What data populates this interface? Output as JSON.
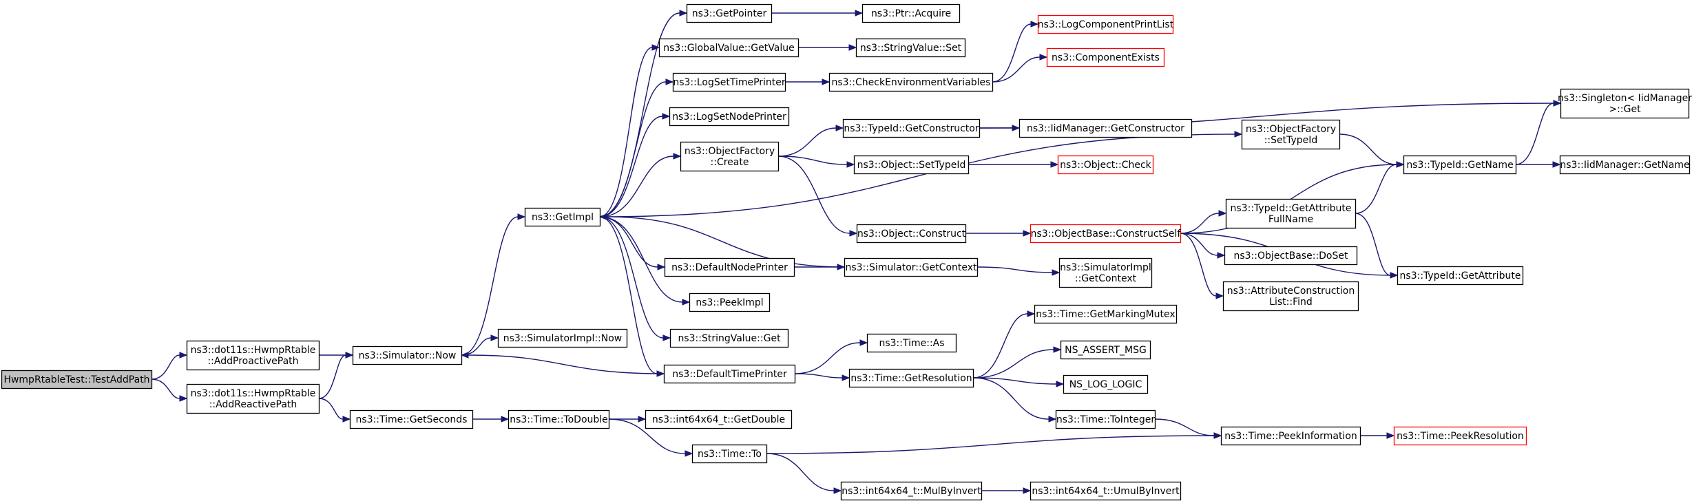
{
  "colors": {
    "edge": "#191970",
    "node_border": "#000000",
    "truncated_border": "#ff0000",
    "root_fill": "#bfbfbf",
    "node_fill": "#ffffff"
  },
  "nodes": [
    {
      "id": "root",
      "lines": [
        "HwmpRtableTest::TestAddPath"
      ],
      "style": "root"
    },
    {
      "id": "addProactive",
      "lines": [
        "ns3::dot11s::HwmpRtable",
        "::AddProactivePath"
      ]
    },
    {
      "id": "addReactive",
      "lines": [
        "ns3::dot11s::HwmpRtable",
        "::AddReactivePath"
      ]
    },
    {
      "id": "simNow",
      "lines": [
        "ns3::Simulator::Now"
      ]
    },
    {
      "id": "getSeconds",
      "lines": [
        "ns3::Time::GetSeconds"
      ]
    },
    {
      "id": "getImpl",
      "lines": [
        "ns3::GetImpl"
      ]
    },
    {
      "id": "simImplNow",
      "lines": [
        "ns3::SimulatorImpl::Now"
      ]
    },
    {
      "id": "toDouble",
      "lines": [
        "ns3::Time::ToDouble"
      ]
    },
    {
      "id": "getPointer",
      "lines": [
        "ns3::GetPointer"
      ]
    },
    {
      "id": "globalGetValue",
      "lines": [
        "ns3::GlobalValue::GetValue"
      ]
    },
    {
      "id": "logSetTime",
      "lines": [
        "ns3::LogSetTimePrinter"
      ]
    },
    {
      "id": "logSetNode",
      "lines": [
        "ns3::LogSetNodePrinter"
      ]
    },
    {
      "id": "objFactoryCreate",
      "lines": [
        "ns3::ObjectFactory",
        "::Create"
      ]
    },
    {
      "id": "defNodePrinter",
      "lines": [
        "ns3::DefaultNodePrinter"
      ]
    },
    {
      "id": "peekImpl",
      "lines": [
        "ns3::PeekImpl"
      ]
    },
    {
      "id": "stringGet",
      "lines": [
        "ns3::StringValue::Get"
      ]
    },
    {
      "id": "defTimePrinter",
      "lines": [
        "ns3::DefaultTimePrinter"
      ]
    },
    {
      "id": "int64GetDouble",
      "lines": [
        "ns3::int64x64_t::GetDouble"
      ]
    },
    {
      "id": "timeTo",
      "lines": [
        "ns3::Time::To"
      ]
    },
    {
      "id": "ptrAcquire",
      "lines": [
        "ns3::Ptr::Acquire"
      ]
    },
    {
      "id": "stringSet",
      "lines": [
        "ns3::StringValue::Set"
      ]
    },
    {
      "id": "checkEnv",
      "lines": [
        "ns3::CheckEnvironmentVariables"
      ]
    },
    {
      "id": "typeIdGetCtor",
      "lines": [
        "ns3::TypeId::GetConstructor"
      ]
    },
    {
      "id": "objSetTypeId",
      "lines": [
        "ns3::Object::SetTypeId"
      ]
    },
    {
      "id": "objConstruct",
      "lines": [
        "ns3::Object::Construct"
      ]
    },
    {
      "id": "simGetContext",
      "lines": [
        "ns3::Simulator::GetContext"
      ]
    },
    {
      "id": "timeAs",
      "lines": [
        "ns3::Time::As"
      ]
    },
    {
      "id": "timeGetRes",
      "lines": [
        "ns3::Time::GetResolution"
      ]
    },
    {
      "id": "mulByInvert",
      "lines": [
        "ns3::int64x64_t::MulByInvert"
      ]
    },
    {
      "id": "logCompPrint",
      "lines": [
        "ns3::LogComponentPrintList"
      ],
      "style": "truncated"
    },
    {
      "id": "compExists",
      "lines": [
        "ns3::ComponentExists"
      ],
      "style": "truncated"
    },
    {
      "id": "iidGetCtor",
      "lines": [
        "ns3::IidManager::GetConstructor"
      ]
    },
    {
      "id": "objCheck",
      "lines": [
        "ns3::Object::Check"
      ],
      "style": "truncated"
    },
    {
      "id": "objBaseConstructSelf",
      "lines": [
        "ns3::ObjectBase::ConstructSelf"
      ],
      "style": "truncated"
    },
    {
      "id": "simImplGetContext",
      "lines": [
        "ns3::SimulatorImpl",
        "::GetContext"
      ]
    },
    {
      "id": "getMarkingMutex",
      "lines": [
        "ns3::Time::GetMarkingMutex"
      ]
    },
    {
      "id": "nsAssertMsg",
      "lines": [
        "NS_ASSERT_MSG"
      ]
    },
    {
      "id": "nsLogLogic",
      "lines": [
        "NS_LOG_LOGIC"
      ]
    },
    {
      "id": "timeToInteger",
      "lines": [
        "ns3::Time::ToInteger"
      ]
    },
    {
      "id": "umulByInvert",
      "lines": [
        "ns3::int64x64_t::UmulByInvert"
      ]
    },
    {
      "id": "objFactorySetTypeId",
      "lines": [
        "ns3::ObjectFactory",
        "::SetTypeId"
      ]
    },
    {
      "id": "typeIdGetAttrFull",
      "lines": [
        "ns3::TypeId::GetAttribute",
        "FullName"
      ]
    },
    {
      "id": "objBaseDoSet",
      "lines": [
        "ns3::ObjectBase::DoSet"
      ]
    },
    {
      "id": "attrConstrFind",
      "lines": [
        "ns3::AttributeConstruction",
        "List::Find"
      ]
    },
    {
      "id": "timePeekInfo",
      "lines": [
        "ns3::Time::PeekInformation"
      ]
    },
    {
      "id": "singletonGet",
      "lines": [
        "ns3::Singleton< IidManager",
        " >::Get"
      ]
    },
    {
      "id": "typeIdGetName",
      "lines": [
        "ns3::TypeId::GetName"
      ]
    },
    {
      "id": "typeIdGetAttr",
      "lines": [
        "ns3::TypeId::GetAttribute"
      ]
    },
    {
      "id": "timePeekRes",
      "lines": [
        "ns3::Time::PeekResolution"
      ],
      "style": "truncated"
    },
    {
      "id": "iidGetName",
      "lines": [
        "ns3::IidManager::GetName"
      ]
    }
  ],
  "edges": [
    [
      "root",
      "addProactive"
    ],
    [
      "root",
      "addReactive"
    ],
    [
      "addProactive",
      "simNow"
    ],
    [
      "addReactive",
      "simNow"
    ],
    [
      "addReactive",
      "getSeconds"
    ],
    [
      "simNow",
      "getImpl"
    ],
    [
      "simNow",
      "simImplNow"
    ],
    [
      "getSeconds",
      "toDouble"
    ],
    [
      "getImpl",
      "getPointer"
    ],
    [
      "getImpl",
      "globalGetValue"
    ],
    [
      "getImpl",
      "logSetTime"
    ],
    [
      "getImpl",
      "logSetNode"
    ],
    [
      "getImpl",
      "objFactoryCreate"
    ],
    [
      "getImpl",
      "objFactorySetTypeId"
    ],
    [
      "getImpl",
      "defNodePrinter"
    ],
    [
      "getImpl",
      "peekImpl"
    ],
    [
      "getImpl",
      "stringGet"
    ],
    [
      "getImpl",
      "defTimePrinter"
    ],
    [
      "toDouble",
      "int64GetDouble"
    ],
    [
      "toDouble",
      "timeTo"
    ],
    [
      "getPointer",
      "ptrAcquire"
    ],
    [
      "globalGetValue",
      "stringSet"
    ],
    [
      "logSetTime",
      "checkEnv"
    ],
    [
      "objFactoryCreate",
      "typeIdGetCtor"
    ],
    [
      "objFactoryCreate",
      "objSetTypeId"
    ],
    [
      "objFactoryCreate",
      "objConstruct"
    ],
    [
      "defNodePrinter",
      "simGetContext"
    ],
    [
      "simGetContext",
      "getImpl"
    ],
    [
      "defTimePrinter",
      "simNow"
    ],
    [
      "defTimePrinter",
      "timeAs"
    ],
    [
      "defTimePrinter",
      "timeGetRes"
    ],
    [
      "timeTo",
      "timePeekInfo"
    ],
    [
      "timeTo",
      "mulByInvert"
    ],
    [
      "checkEnv",
      "logCompPrint"
    ],
    [
      "checkEnv",
      "compExists"
    ],
    [
      "typeIdGetCtor",
      "iidGetCtor"
    ],
    [
      "typeIdGetCtor",
      "singletonGet"
    ],
    [
      "objSetTypeId",
      "objCheck"
    ],
    [
      "objConstruct",
      "objBaseConstructSelf"
    ],
    [
      "simGetContext",
      "simImplGetContext"
    ],
    [
      "timeGetRes",
      "getMarkingMutex"
    ],
    [
      "timeGetRes",
      "nsAssertMsg"
    ],
    [
      "timeGetRes",
      "nsLogLogic"
    ],
    [
      "timeGetRes",
      "timeToInteger"
    ],
    [
      "mulByInvert",
      "umulByInvert"
    ],
    [
      "objBaseConstructSelf",
      "typeIdGetName"
    ],
    [
      "objBaseConstructSelf",
      "typeIdGetAttrFull"
    ],
    [
      "objBaseConstructSelf",
      "objBaseDoSet"
    ],
    [
      "objBaseConstructSelf",
      "attrConstrFind"
    ],
    [
      "objBaseConstructSelf",
      "typeIdGetAttr"
    ],
    [
      "timeToInteger",
      "timePeekInfo"
    ],
    [
      "objFactorySetTypeId",
      "typeIdGetName"
    ],
    [
      "typeIdGetAttrFull",
      "typeIdGetName"
    ],
    [
      "typeIdGetAttrFull",
      "typeIdGetAttr"
    ],
    [
      "timePeekInfo",
      "timePeekRes"
    ],
    [
      "typeIdGetName",
      "singletonGet"
    ],
    [
      "typeIdGetName",
      "iidGetName"
    ]
  ]
}
